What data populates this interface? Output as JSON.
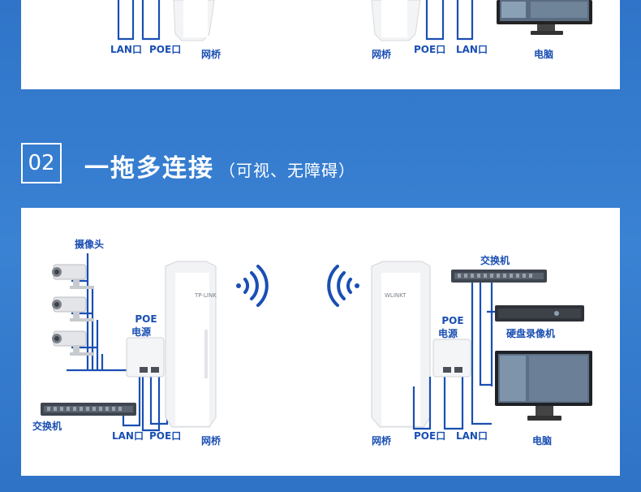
{
  "section": {
    "number": "02",
    "title": "一拖多连接",
    "subtitle": "（可视、无障碍）"
  },
  "top_panel": {
    "left": {
      "lan_port": "LAN口",
      "poe_port": "POE口",
      "bridge": "网桥"
    },
    "right": {
      "bridge": "网桥",
      "poe_port": "POE口",
      "lan_port": "LAN口",
      "computer": "电脑"
    }
  },
  "bottom_panel": {
    "left": {
      "cameras": "摄像头",
      "poe_power_line1": "POE",
      "poe_power_line2": "电源",
      "switch": "交换机",
      "lan_port": "LAN口",
      "poe_port": "POE口",
      "bridge": "网桥",
      "bridge_brand": "TP-LINK"
    },
    "right": {
      "switch": "交换机",
      "poe_power_line1": "POE",
      "poe_power_line2": "电源",
      "nvr": "硬盘录像机",
      "bridge": "网桥",
      "poe_port": "POE口",
      "lan_port": "LAN口",
      "computer": "电脑",
      "bridge_brand": "WLINKT"
    }
  },
  "colors": {
    "background": "#3479cc",
    "wire": "#1a4fb3",
    "label": "#1a4fb3",
    "panel": "#ffffff"
  },
  "icons": [
    "wifi-signal-icon",
    "camera-icon",
    "monitor-icon",
    "switch-icon",
    "nvr-icon",
    "poe-adapter-icon",
    "bridge-icon"
  ]
}
